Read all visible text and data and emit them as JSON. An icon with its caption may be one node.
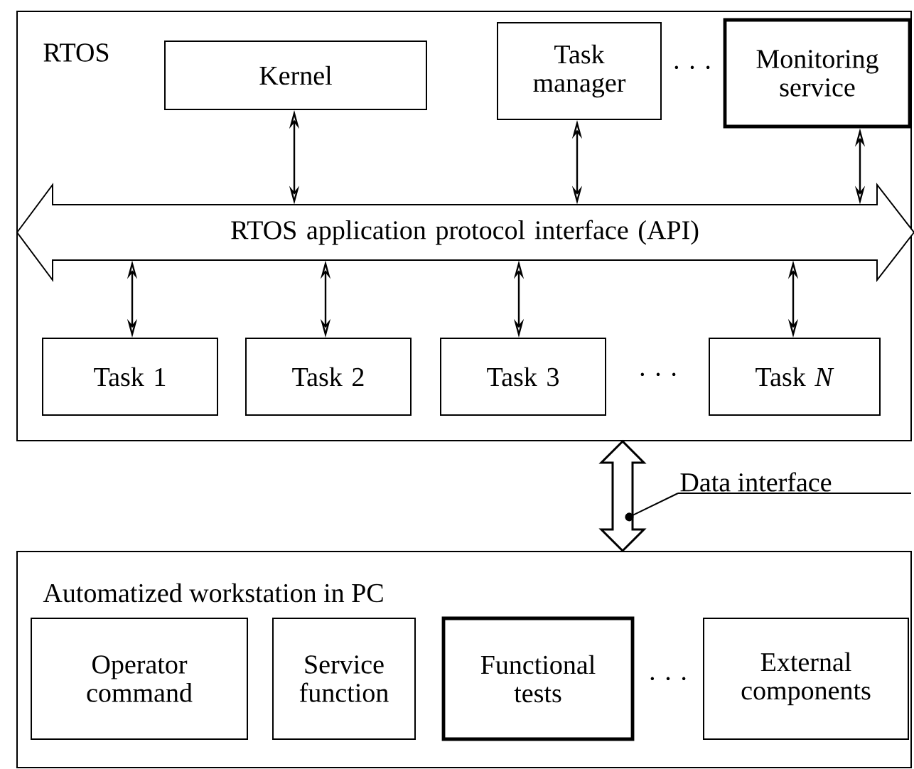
{
  "diagram": {
    "nodes": [
      {
        "text": [
          "RTOS"
        ]
      },
      {
        "text": [
          "Kernel"
        ],
        "in": 0
      },
      {
        "text": [
          "Task manager"
        ],
        "in": 0
      },
      {
        "text": [
          "Monitoring service"
        ],
        "in": 0
      },
      {
        "text": [
          "RTOS application protocol interface (API)"
        ],
        "in": 0
      },
      {
        "text": [
          "Task 1"
        ],
        "in": 0
      },
      {
        "text": [
          "Task 2"
        ],
        "in": 0
      },
      {
        "text": [
          "Task 3"
        ],
        "in": 0
      },
      {
        "text": [
          "Task *N*"
        ],
        "in": 0
      },
      {
        "text": [
          "Automatized workstation in PC"
        ]
      },
      {
        "text": [
          "Operator command"
        ],
        "in": 9
      },
      {
        "text": [
          "Service function"
        ],
        "in": 9
      },
      {
        "text": [
          "Functional tests"
        ],
        "in": 9
      },
      {
        "text": [
          "External components"
        ],
        "in": 9
      },
      {
        "text": [
          "Data interface"
        ]
      }
    ],
    "edges": [
      {
        "from": 1,
        "to": 4,
        "arrow": "both"
      },
      {
        "from": 2,
        "to": 4,
        "arrow": "both"
      },
      {
        "from": 3,
        "to": 4,
        "arrow": "both"
      },
      {
        "from": 4,
        "to": 5,
        "arrow": "both"
      },
      {
        "from": 4,
        "to": 6,
        "arrow": "both"
      },
      {
        "from": 4,
        "to": 7,
        "arrow": "both"
      },
      {
        "from": 4,
        "to": 8,
        "arrow": "both"
      },
      {
        "from": 0,
        "to": 9,
        "arrow": "both",
        "style": "thick"
      },
      {
        "from": 14,
        "to": null,
        "arrow": "to"
      }
    ],
    "labels": [
      "· · ·",
      "· · ·",
      "· · ·"
    ]
  }
}
